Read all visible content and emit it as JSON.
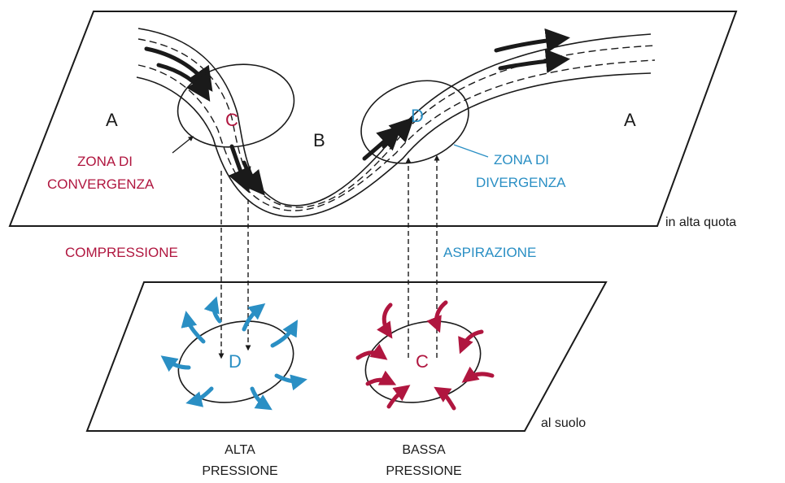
{
  "upper_plane": {
    "letter_left": "A",
    "letter_center": "B",
    "letter_right": "A",
    "convergence_center": "C",
    "divergence_center": "D",
    "convergence_label": [
      "ZONA DI",
      "CONVERGENZA"
    ],
    "divergence_label": [
      "ZONA DI",
      "DIVERGENZA"
    ],
    "level_label": "in alta quota"
  },
  "vertical": {
    "left_label": "COMPRESSIONE",
    "right_label": "ASPIRAZIONE"
  },
  "lower_plane": {
    "high_center": "D",
    "low_center": "C",
    "level_label": "al suolo",
    "high_label": [
      "ALTA",
      "PRESSIONE"
    ],
    "low_label": [
      "BASSA",
      "PRESSIONE"
    ]
  },
  "colors": {
    "convergence": "#b0163f",
    "divergence": "#2a8fc4",
    "line": "#1a1a1a"
  }
}
